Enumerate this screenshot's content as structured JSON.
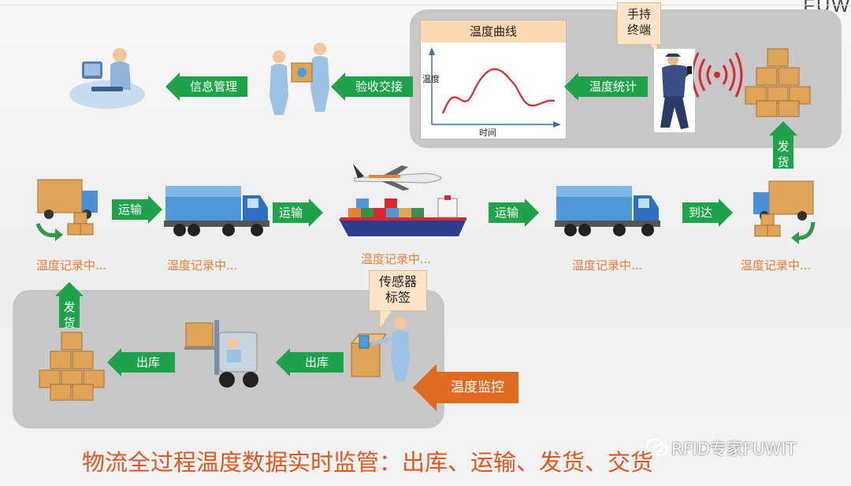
{
  "brand_partial": "FUW",
  "chart_inset": {
    "title": "温度曲线",
    "ylabel": "温度",
    "xlabel": "时间"
  },
  "handheld_label": "手持\n终端",
  "sensor_label": "传感器\n标签",
  "arrows": {
    "info_mgmt": "信息管理",
    "inspect_handover": "验收交接",
    "temp_stats": "温度统计",
    "ship_top": "发货",
    "transport_1": "运输",
    "transport_2": "运输",
    "transport_3": "运输",
    "arrive": "到达",
    "ship_left": "发货",
    "outbound_1": "出库",
    "outbound_2": "出库",
    "temp_monitor": "温度监控"
  },
  "status": {
    "s1": "温度记录中...",
    "s2": "温度记录中...",
    "s3": "温度记录中...",
    "s4": "温度记录中...",
    "s5": "温度记录中..."
  },
  "headline": "物流全过程温度数据实时监管：出库、运输、发货、交货",
  "watermark": "RFID专家FUWIT",
  "colors": {
    "green": "#1fa34a",
    "orange": "#e8803a",
    "headline": "#e2561f",
    "panel": "#c7c7c7",
    "monitor": "#e06a22"
  }
}
